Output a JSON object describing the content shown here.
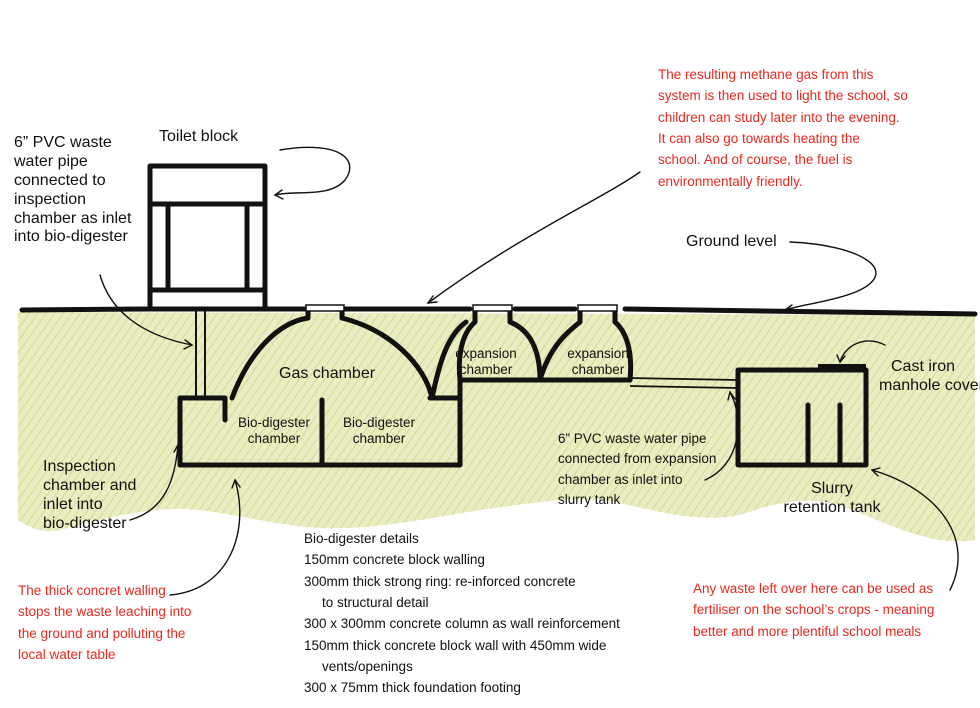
{
  "colors": {
    "annotation_red": "#e8281e",
    "soil_fill": "#e6e9b8",
    "ink": "#111111"
  },
  "labels": {
    "toilet_block": "Toilet block",
    "pvc_inlet": [
      "6” PVC waste",
      "water pipe",
      "connected to",
      "inspection",
      "chamber as inlet",
      "into bio-digester"
    ],
    "gas_chamber": "Gas chamber",
    "expansion_chamber_1": [
      "expansion",
      "chamber"
    ],
    "expansion_chamber_2": [
      "expansion",
      "chamber"
    ],
    "bio_digester_chamber_1": [
      "Bio-digester",
      "chamber"
    ],
    "bio_digester_chamber_2": [
      "Bio-digester",
      "chamber"
    ],
    "ground_level": "Ground level",
    "manhole_cover": [
      "Cast iron",
      "manhole cover"
    ],
    "pvc_outlet": [
      "6” PVC waste water pipe",
      "connected from expansion",
      "chamber as inlet into",
      "slurry tank"
    ],
    "slurry_tank": [
      "Slurry",
      "retention tank"
    ],
    "inspection_chamber": [
      "Inspection",
      "chamber and",
      "inlet into",
      "bio-digester"
    ]
  },
  "notes": {
    "methane": [
      "The resulting methane gas from this",
      "system is then used to light the school, so",
      "children can study later into the evening.",
      "It can also go towards heating the",
      "school. And of course, the fuel is",
      "environmentally friendly."
    ],
    "walling": [
      "The thick concret walling",
      "stops the waste leaching into",
      "the ground and polluting the",
      "local water table"
    ],
    "fertiliser": [
      "Any waste left over here can be used as",
      "fertiliser on the school’s crops - meaning",
      "better and more plentiful school meals"
    ]
  },
  "details": {
    "title": "Bio-digester details",
    "lines": [
      "150mm concrete block walling",
      "300mm thick strong ring: re-inforced concrete",
      "to structural detail",
      "300 x 300mm concrete column as wall reinforcement",
      "150mm thick concrete block wall with 450mm wide",
      "vents/openings",
      "300 x 75mm thick foundation footing"
    ]
  }
}
